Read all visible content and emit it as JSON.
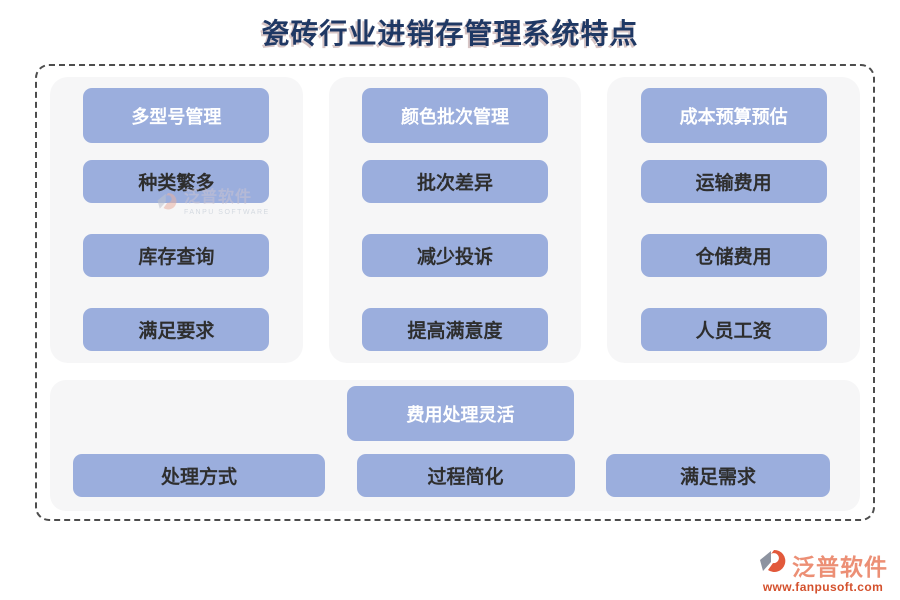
{
  "title": "瓷砖行业进销存管理系统特点",
  "columns": [
    {
      "header": "多型号管理",
      "items": [
        "种类繁多",
        "库存查询",
        "满足要求"
      ]
    },
    {
      "header": "颜色批次管理",
      "items": [
        "批次差异",
        "减少投诉",
        "提高满意度"
      ]
    },
    {
      "header": "成本预算预估",
      "items": [
        "运输费用",
        "仓储费用",
        "人员工资"
      ]
    }
  ],
  "bottom": {
    "header": "费用处理灵活",
    "items": [
      "处理方式",
      "过程简化",
      "满足需求"
    ]
  },
  "watermark": {
    "brand": "泛普软件",
    "subtitle": "FANPU SOFTWARE"
  },
  "footer": {
    "brand": "泛普软件",
    "url": "www.fanpusoft.com"
  },
  "icons": {
    "footer_logo": "fanpu-crescent-logo",
    "watermark_logo": "fanpu-crescent-logo"
  },
  "colors": {
    "accent": "#9BAEDD",
    "title": "#1F3864",
    "panel-bg": "#F6F6F7",
    "item-text": "#2E2E2E",
    "header-text": "#FFFFFF",
    "border": "#4D4D4D",
    "brand-salmon": "#EC8F75",
    "brand-url": "#D4512D",
    "watermark-gray": "#C9C3D2"
  }
}
